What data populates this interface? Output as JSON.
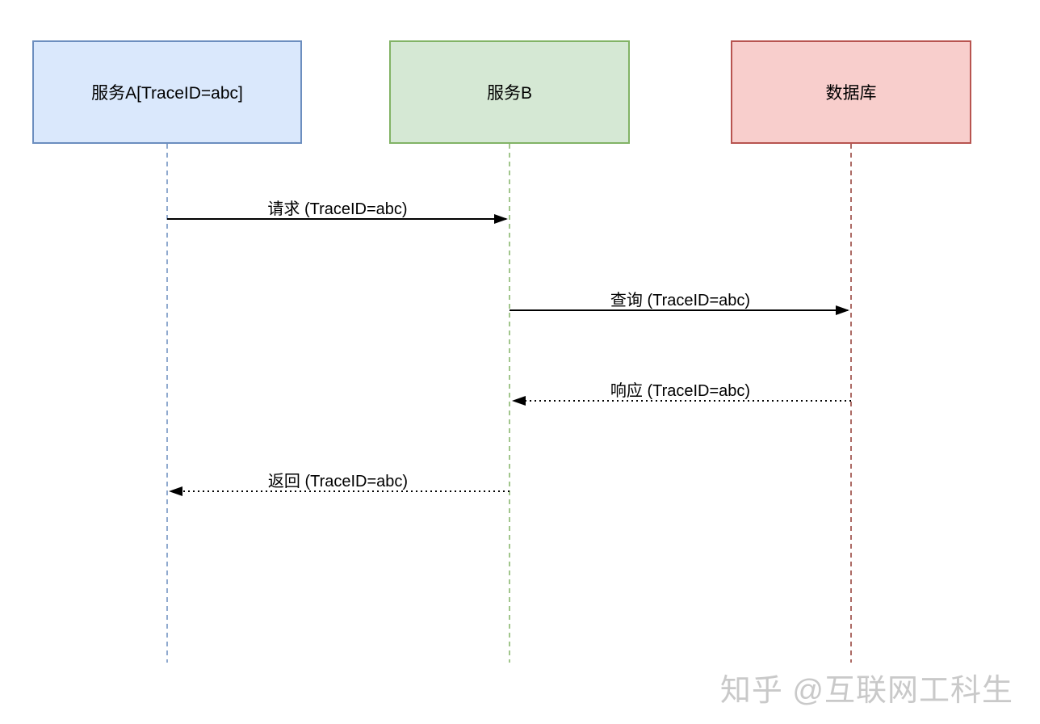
{
  "diagram": {
    "type": "sequence-diagram",
    "participants": [
      {
        "id": "serviceA",
        "label": "服务A[TraceID=abc]",
        "fill": "#dae8fc",
        "border": "#6c8ebf",
        "lifeline_color": "#6c8ebf"
      },
      {
        "id": "serviceB",
        "label": "服务B",
        "fill": "#d5e8d4",
        "border": "#82b366",
        "lifeline_color": "#82b366"
      },
      {
        "id": "database",
        "label": "数据库",
        "fill": "#f8cecc",
        "border": "#b85450",
        "lifeline_color": "#9e5149"
      }
    ],
    "messages": [
      {
        "label": "请求 (TraceID=abc)",
        "from": "serviceA",
        "to": "serviceB",
        "line": "solid",
        "direction": "right"
      },
      {
        "label": "查询 (TraceID=abc)",
        "from": "serviceB",
        "to": "database",
        "line": "solid",
        "direction": "right"
      },
      {
        "label": "响应 (TraceID=abc)",
        "from": "database",
        "to": "serviceB",
        "line": "dotted",
        "direction": "left"
      },
      {
        "label": "返回 (TraceID=abc)",
        "from": "serviceB",
        "to": "serviceA",
        "line": "dotted",
        "direction": "left"
      }
    ],
    "colors": {
      "background": "#ffffff",
      "message_line": "#000000",
      "label_text": "#000000",
      "watermark_text": "#c9c9c9"
    },
    "watermark": "知乎 @互联网工科生"
  }
}
